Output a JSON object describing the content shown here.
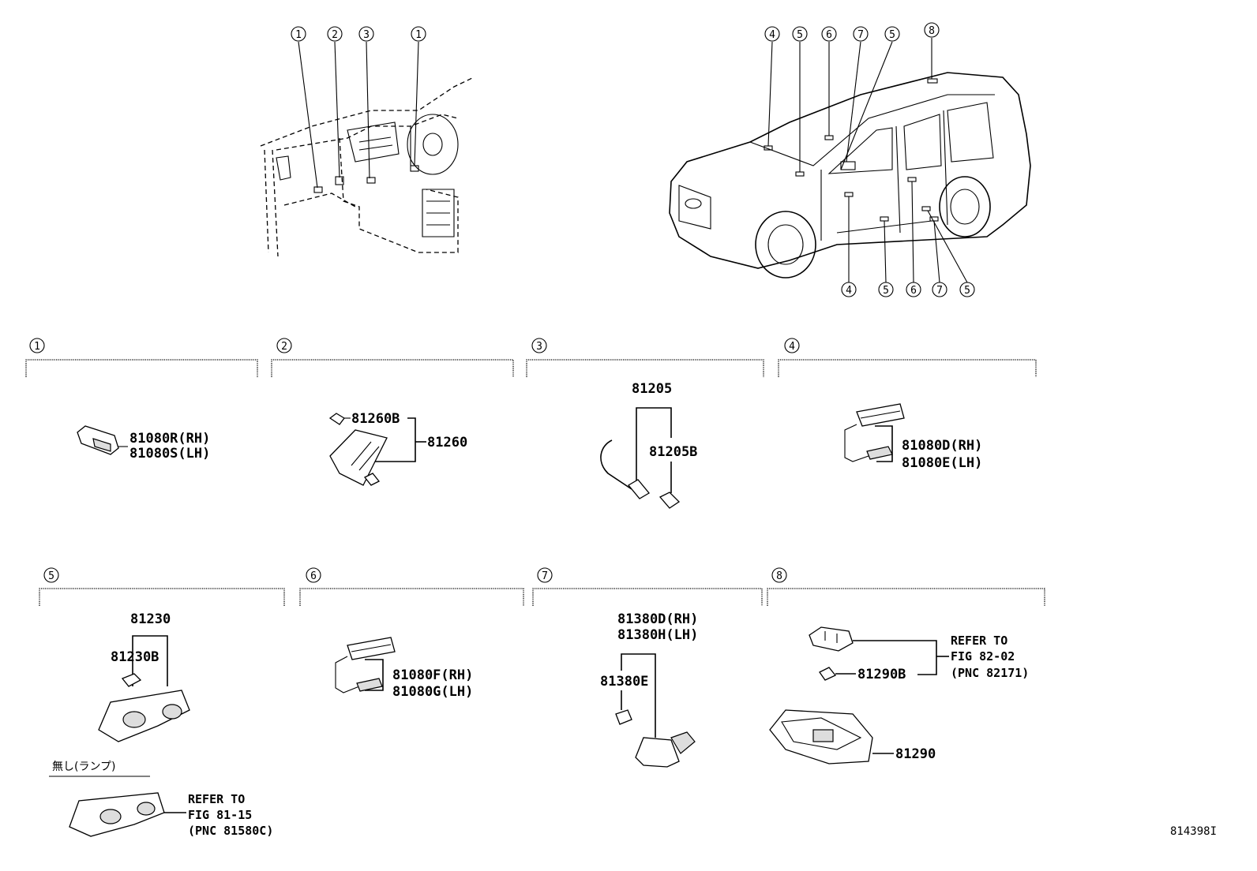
{
  "diagram_id": "814398I",
  "section_labels": [
    "1",
    "2",
    "3",
    "4",
    "5",
    "6",
    "7",
    "8"
  ],
  "overview_callouts": {
    "dash": [
      "1",
      "2",
      "3",
      "1"
    ],
    "vehicle_top": [
      "4",
      "5",
      "6",
      "7",
      "5",
      "8"
    ],
    "vehicle_bottom": [
      "4",
      "5",
      "6",
      "7",
      "5"
    ]
  },
  "sections": {
    "s1": {
      "parts": [
        "81080R(RH)",
        "81080S(LH)"
      ]
    },
    "s2": {
      "parts": [
        "81260B",
        "81260"
      ]
    },
    "s3": {
      "parts": [
        "81205",
        "81205B"
      ]
    },
    "s4": {
      "parts": [
        "81080D(RH)",
        "81080E(LH)"
      ]
    },
    "s5": {
      "parts": [
        "81230",
        "81230B"
      ],
      "note_jp": "無し(ランプ)",
      "refer": [
        "REFER TO",
        "FIG 81-15",
        "(PNC 81580C)"
      ]
    },
    "s6": {
      "parts": [
        "81080F(RH)",
        "81080G(LH)"
      ]
    },
    "s7": {
      "parts": [
        "81380D(RH)",
        "81380H(LH)",
        "81380E"
      ]
    },
    "s8": {
      "parts": [
        "81290B",
        "81290"
      ],
      "refer": [
        "REFER TO",
        "FIG 82-02",
        "(PNC 82171)"
      ]
    }
  }
}
